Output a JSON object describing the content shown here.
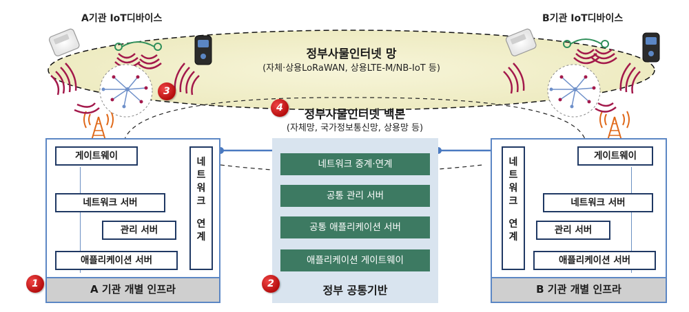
{
  "devices": {
    "a_label": "A기관 IoT디바이스",
    "b_label": "B기관 IoT디바이스"
  },
  "public_network": {
    "title": "정부사물인터넷 망",
    "subtitle": "(자체·상용LoRaWAN, 상용LTE-M/NB-IoT 등)"
  },
  "backbone": {
    "title": "정부사물인터넷 백본",
    "subtitle": "(자체망, 국가정보통신망, 상용망 등)"
  },
  "agency_a": {
    "gateway": "게이트웨이",
    "network_server": "네트워크 서버",
    "management_server": "관리 서버",
    "application_server": "애플리케이션 서버",
    "network_link_chars": [
      "네",
      "트",
      "워",
      "크",
      "",
      "연",
      "계"
    ],
    "footer": "A 기관 개별 인프라"
  },
  "agency_b": {
    "gateway": "게이트웨이",
    "network_server": "네트워크 서버",
    "management_server": "관리 서버",
    "application_server": "애플리케이션 서버",
    "network_link_chars": [
      "네",
      "트",
      "워",
      "크",
      "",
      "연",
      "계"
    ],
    "footer": "B 기관 개별 인프라"
  },
  "government": {
    "items": [
      "네트워크 중계·연계",
      "공통 관리 서버",
      "공통 애플리케이션 서버",
      "애플리케이션 게이트웨이"
    ],
    "footer": "정부 공통기반"
  },
  "badges": [
    "1",
    "2",
    "3",
    "4"
  ],
  "colors": {
    "infra_border": "#5b86c4",
    "server_box_border": "#1f3863",
    "gov_box": "#3d7a62",
    "gov_panel": "#d9e4ef",
    "cloud_fill": "#f4f2cf",
    "badge": "#c8141a",
    "signal": "#a3194b",
    "tower": "#e06818"
  }
}
